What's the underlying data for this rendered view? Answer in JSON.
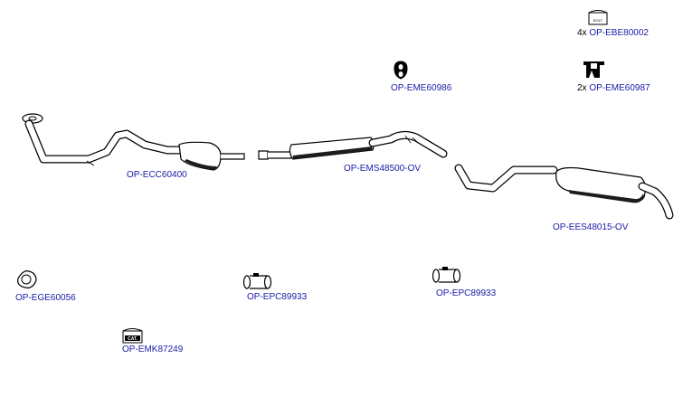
{
  "parts": {
    "bolt_kit": {
      "qty": "4x",
      "code": "OP-EBE80002",
      "icon_text": "BOLT",
      "icon": "bolt-kit-icon"
    },
    "hanger_a": {
      "code": "OP-EME60986",
      "icon": "rubber-hanger-icon"
    },
    "hanger_b": {
      "qty": "2x",
      "code": "OP-EME60987",
      "icon": "hanger-bracket-icon"
    },
    "catalytic_converter": {
      "code": "OP-ECC60400",
      "icon": "front-pipe-catalytic-converter-icon"
    },
    "middle_silencer": {
      "code": "OP-EMS48500-OV",
      "icon": "middle-silencer-icon"
    },
    "rear_silencer": {
      "code": "OP-EES48015-OV",
      "icon": "rear-silencer-icon"
    },
    "gasket": {
      "code": "OP-EGE60056",
      "icon": "flange-gasket-icon"
    },
    "clamp_1": {
      "code": "OP-EPC89933",
      "icon": "pipe-clamp-icon"
    },
    "clamp_2": {
      "code": "OP-EPC89933",
      "icon": "pipe-clamp-icon"
    },
    "mounting_kit": {
      "code": "OP-EMK87249",
      "icon_text": "CAT.",
      "icon": "mounting-kit-icon"
    }
  },
  "colors": {
    "code_text": "#1a1aa8",
    "line": "#000000",
    "part_fill": "#ffffff",
    "shading": "#1c1c1c"
  }
}
